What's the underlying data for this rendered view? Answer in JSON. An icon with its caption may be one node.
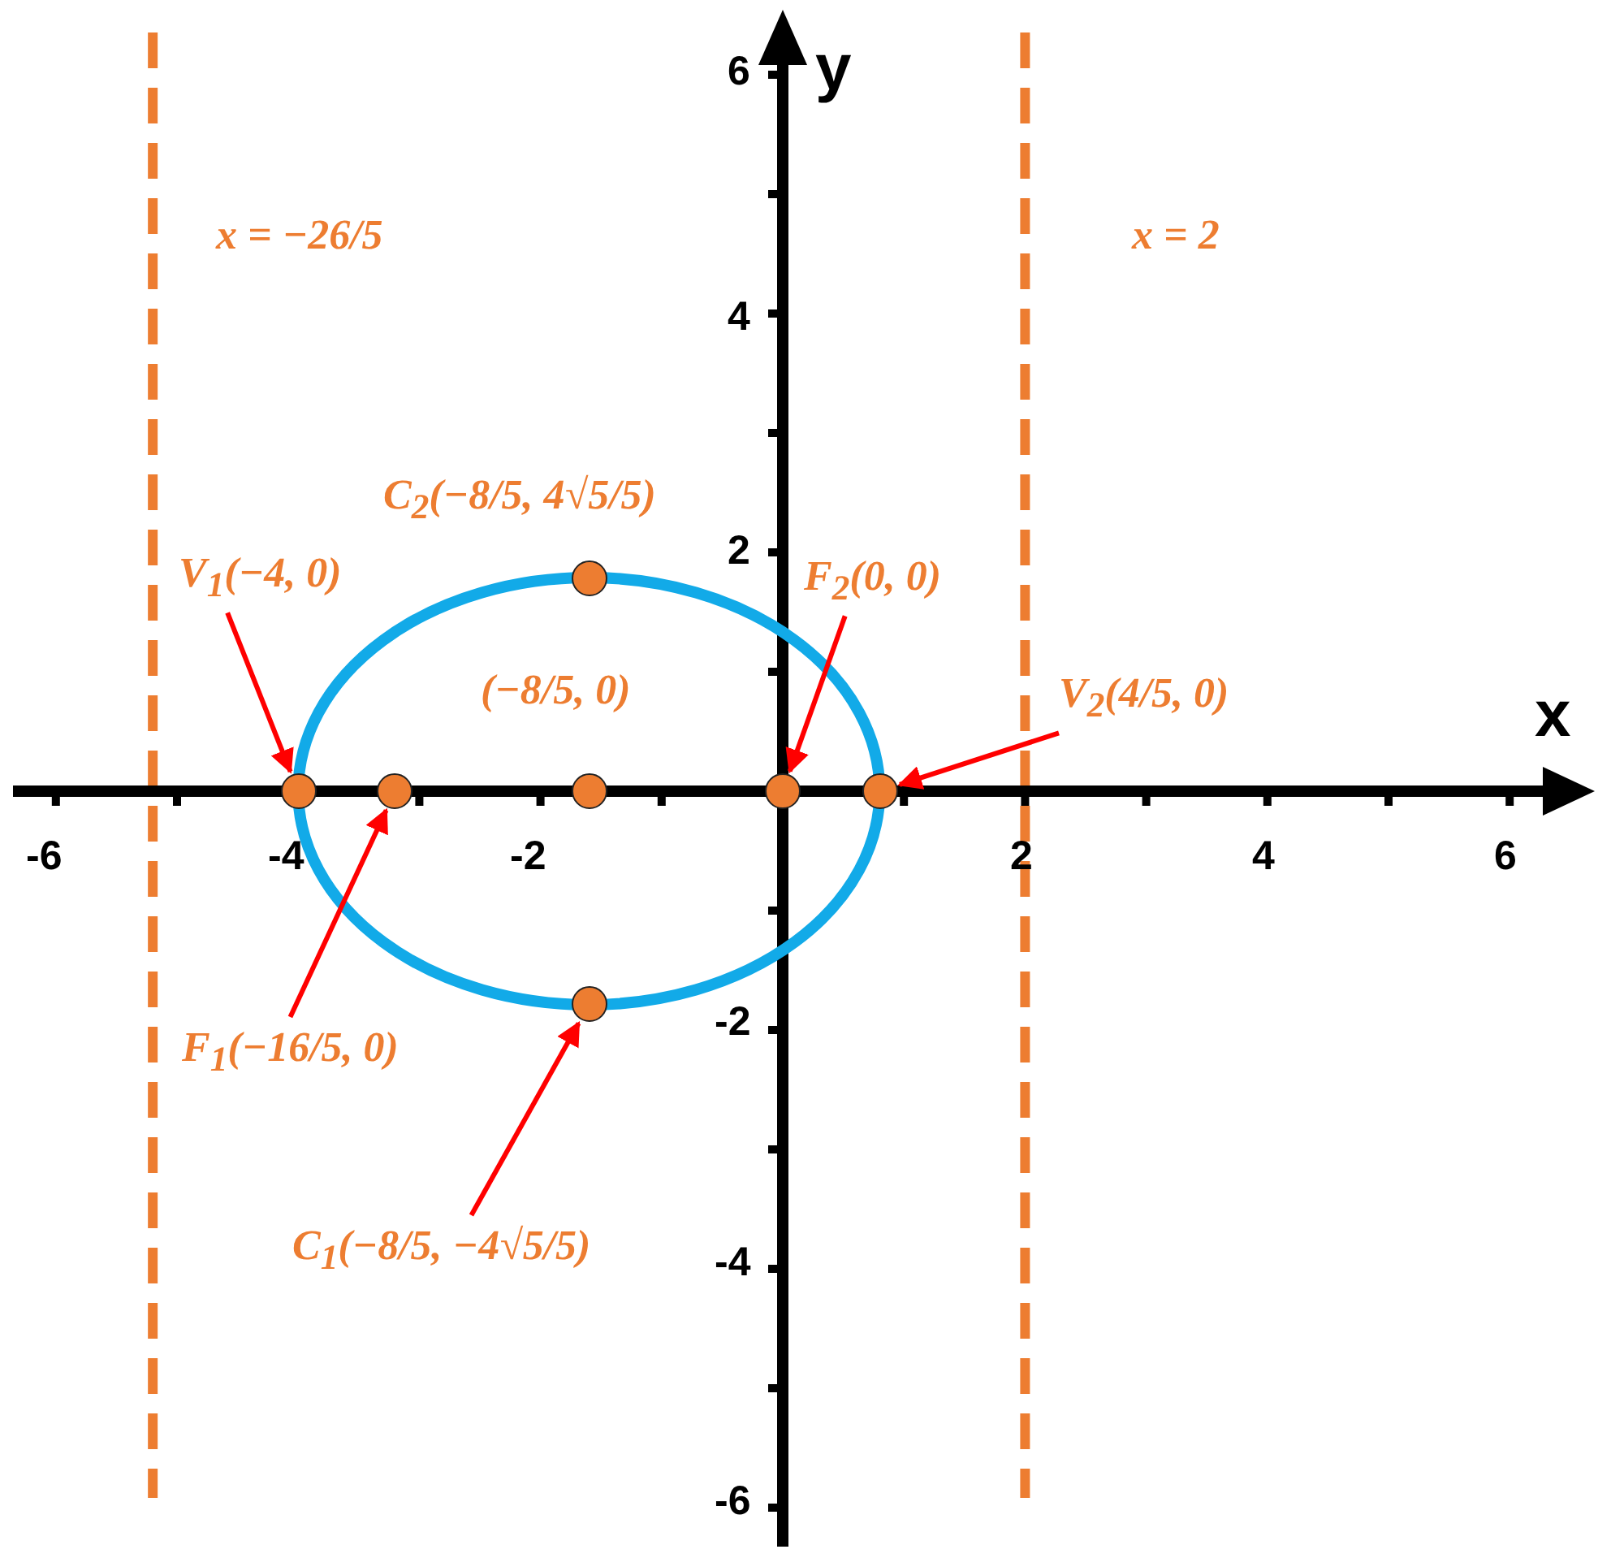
{
  "diagram": {
    "nodes": [
      {
        "text": [
          "V$_{1}$(−4, 0)"
        ]
      },
      {
        "text": [],
        "shape": "circle"
      },
      {
        "text": [],
        "shape": "circle"
      },
      {
        "text": [],
        "shape": "circle",
        "beside": [
          "(−8/5, 0)"
        ]
      },
      {
        "text": [],
        "shape": "circle"
      },
      {
        "text": [],
        "shape": "circle"
      },
      {
        "text": [],
        "shape": "circle",
        "beside": [
          "C$_{2}$(−8/5, 4√5/5)"
        ]
      },
      {
        "text": [],
        "shape": "circle"
      },
      {
        "text": [
          "F$_{2}$(0, 0)"
        ]
      },
      {
        "text": [
          "V$_{2}$(4/5, 0)"
        ]
      },
      {
        "text": [
          "F$_{1}$(−16/5, 0)"
        ]
      },
      {
        "text": [
          "C$_{1}$(−8/5, −4√5/5)"
        ]
      }
    ],
    "edges": [
      {
        "from": 0,
        "to": 1,
        "arrow": "to"
      },
      {
        "from": 8,
        "to": 4,
        "arrow": "to"
      },
      {
        "from": 9,
        "to": 5,
        "arrow": "to"
      },
      {
        "from": 10,
        "to": 2,
        "arrow": "to"
      },
      {
        "from": 11,
        "to": 7,
        "arrow": "to"
      }
    ],
    "labels": [
      "6",
      "y",
      "x = −26/5",
      "x = 2",
      "4",
      "2",
      "x",
      "-6",
      "-4",
      "-2",
      "2",
      "4",
      "6",
      "-2",
      "-4",
      "-6"
    ]
  }
}
